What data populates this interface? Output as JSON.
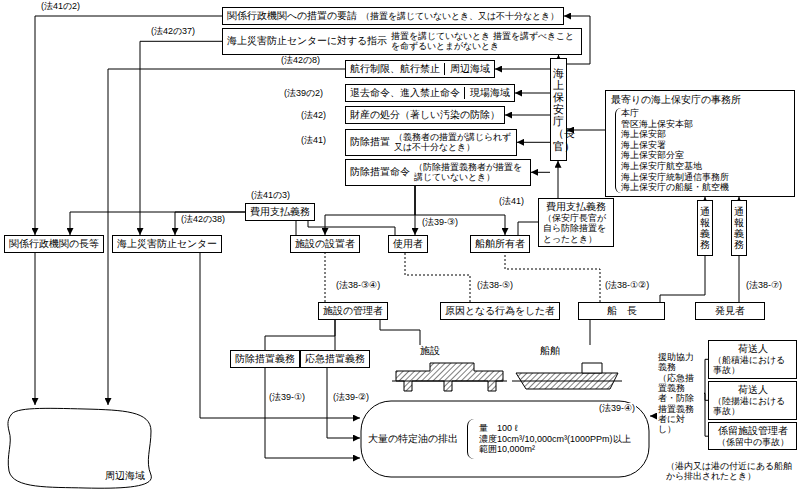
{
  "diagram": {
    "nodes": [
      {
        "text": [
          "関係行政機関への措置の要請",
          "（措置を講じていないとき、又は不十分なとき）"
        ]
      },
      {
        "text": [
          "海上災害防止センターに対する指示",
          "措置を講じていないとき 措置を講ずべきことを命ずるいとまがないとき"
        ]
      },
      {
        "text": [
          "航行制限、航行禁止",
          "周辺海域"
        ]
      },
      {
        "text": [
          "退去命令、進入禁止命令",
          "現場海域"
        ]
      },
      {
        "text": [
          "財産の処分（著しい汚染の防除）"
        ]
      },
      {
        "text": [
          "防除措置",
          "（義務者の措置が講じられず又は不十分なとき）"
        ]
      },
      {
        "text": [
          "防除措置命令",
          "（防除措置義務者が措置を講じていないとき）"
        ]
      },
      {
        "text": [
          "海上保安庁（長官）"
        ]
      },
      {
        "text": [
          "最寄りの海上保安庁の事務所",
          "本庁",
          "管区海上保安本部",
          "海上保安部",
          "海上保安署",
          "海上保安部分室",
          "海上保安庁航空基地",
          "海上保安庁統制通信事務所",
          "海上保安庁の船艇・航空機"
        ]
      },
      {
        "text": [
          "費用支払義務"
        ]
      },
      {
        "text": [
          "費用支払義務",
          "（保安庁長官が自ら防除措置をとったとき）"
        ]
      },
      {
        "text": [
          "施設の設置者"
        ]
      },
      {
        "text": [
          "使用者"
        ]
      },
      {
        "text": [
          "船舶所有者"
        ]
      },
      {
        "text": [
          "通報義務"
        ]
      },
      {
        "text": [
          "通報義務"
        ]
      },
      {
        "text": [
          "関係行政機関の長等"
        ]
      },
      {
        "text": [
          "海上災害防止センター"
        ]
      },
      {
        "text": [
          "施設の管理者"
        ]
      },
      {
        "text": [
          "原因となる行為をした者"
        ]
      },
      {
        "text": [
          "船　長"
        ]
      },
      {
        "text": [
          "発見者"
        ]
      },
      {
        "text": [
          "防除措置義務"
        ]
      },
      {
        "text": [
          "応急措置義務"
        ]
      },
      {
        "text": [
          "施設"
        ]
      },
      {
        "text": [
          "船舶"
        ]
      },
      {
        "text": [
          "援助協力義務",
          "（応急措置義務者・防除措置義務者に対し）"
        ]
      },
      {
        "text": [
          "荷送人",
          "（船積港における事故）"
        ]
      },
      {
        "text": [
          "荷送人",
          "（陸揚港における事故）"
        ]
      },
      {
        "text": [
          "係留施設管理者",
          "（係留中の事故）"
        ]
      },
      {
        "text": [
          "大量の特定油の排出",
          "量　100 ℓ",
          "濃度10cm³/10,000cm³(1000PPm)以上",
          "範囲10,000m²"
        ]
      },
      {
        "text": [
          "周辺海域"
        ]
      }
    ],
    "edges": [
      {
        "from": 0,
        "to": 16,
        "arrow": "to"
      },
      {
        "from": 1,
        "to": 17,
        "arrow": "to"
      },
      {
        "from": 2,
        "to": 31,
        "arrow": "to"
      },
      {
        "from": 7,
        "to": 0,
        "arrow": "to"
      },
      {
        "from": 7,
        "to": 1,
        "arrow": "to"
      },
      {
        "from": 7,
        "to": 2,
        "arrow": "to"
      },
      {
        "from": 7,
        "to": 3,
        "arrow": "to"
      },
      {
        "from": 7,
        "to": 4,
        "arrow": "to"
      },
      {
        "from": 7,
        "to": 5,
        "arrow": "to"
      },
      {
        "from": 7,
        "to": 6,
        "arrow": "to"
      },
      {
        "from": 8,
        "to": 7,
        "arrow": "to"
      },
      {
        "from": 14,
        "to": 8,
        "arrow": "to"
      },
      {
        "from": 15,
        "to": 8,
        "arrow": "to"
      },
      {
        "from": 20,
        "to": 14,
        "arrow": "none"
      },
      {
        "from": 21,
        "to": 15,
        "arrow": "none"
      },
      {
        "from": 10,
        "to": 7,
        "arrow": "to"
      },
      {
        "from": 13,
        "to": 10,
        "label": "(法41)",
        "arrow": "none"
      },
      {
        "from": 6,
        "to": 11,
        "arrow": "to"
      },
      {
        "from": 6,
        "to": 12,
        "label": "(法39-③)",
        "arrow": "to"
      },
      {
        "from": 6,
        "to": 13,
        "arrow": "to"
      },
      {
        "from": 11,
        "to": 9,
        "arrow": "none"
      },
      {
        "from": 12,
        "to": 9,
        "arrow": "none"
      },
      {
        "from": 9,
        "to": 16,
        "arrow": "to"
      },
      {
        "from": 9,
        "to": 17,
        "arrow": "to"
      },
      {
        "from": 18,
        "to": 11,
        "arrow": "none"
      },
      {
        "from": 19,
        "to": 12,
        "arrow": "none"
      },
      {
        "from": 20,
        "to": 13,
        "arrow": "none"
      },
      {
        "from": 18,
        "to": 22,
        "arrow": "none"
      },
      {
        "from": 18,
        "to": 23,
        "arrow": "none"
      },
      {
        "from": 18,
        "to": 24,
        "arrow": "none"
      },
      {
        "from": 20,
        "to": 25,
        "arrow": "none"
      },
      {
        "from": 22,
        "to": 30,
        "label": "(法39-①)",
        "arrow": "to"
      },
      {
        "from": 23,
        "to": 30,
        "label": "(法39-②)",
        "arrow": "to"
      },
      {
        "from": 26,
        "to": 30,
        "label": "(法39-④)",
        "arrow": "to"
      },
      {
        "from": 26,
        "to": 27,
        "arrow": "none"
      },
      {
        "from": 26,
        "to": 28,
        "arrow": "none"
      },
      {
        "from": 26,
        "to": 29,
        "arrow": "none"
      },
      {
        "from": 16,
        "to": 31,
        "arrow": "to"
      },
      {
        "from": 17,
        "to": 30,
        "arrow": "to"
      }
    ],
    "labels": [
      "(法41の2)",
      "(法42の37)",
      "(法42の8)",
      "(法39の2)",
      "(法42)",
      "(法41)",
      "(法41の3)",
      "(法42の38)",
      "(法38-③④)",
      "(法38-⑤)",
      "(法38-①②)",
      "(法38-⑦)",
      "（港内又は港の付近にある船舶から排出されたとき）"
    ]
  }
}
